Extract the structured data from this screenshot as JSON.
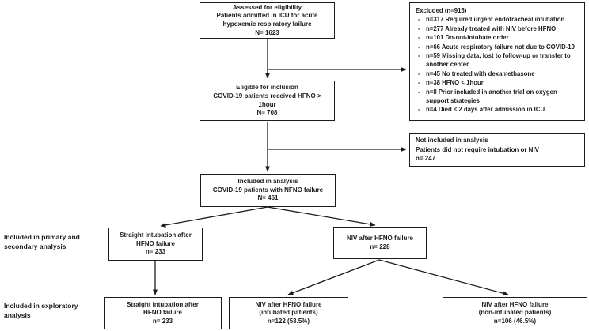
{
  "figure": {
    "background": "#ffffff",
    "line_color": "#1c1c1c",
    "boxes": {
      "assessed": {
        "lines": [
          "Assessed for eligibility",
          "Patients admitted in ICU for acute",
          "hypoxemic respiratory failure",
          "N= 1623"
        ]
      },
      "excluded": {
        "title": "Excluded (n=915)",
        "bullet": "-",
        "items": [
          "n=317 Required urgent endotracheal intubation",
          "n=277 Already treated with NIV before HFNO",
          "n=101 Do-not-intubate order",
          "n=66 Acute respiratory failure not due to COVID-19",
          "n=59 Missing data, lost to follow-up or transfer to another center",
          "n=45 No treated with dexamethasone",
          "n=38 HFNO < 1hour",
          "n=8 Prior included in another trial on oxygen support strategies",
          "n=4 Died ≤ 2 days after admission in ICU"
        ]
      },
      "eligible": {
        "lines": [
          "Eligible for inclusion",
          "COVID-19 patients received HFNO >",
          "1hour",
          "N= 708"
        ]
      },
      "not_included": {
        "lines": [
          "Not included in analysis",
          "Patients did not require intubation or NIV",
          "n= 247"
        ]
      },
      "included": {
        "lines": [
          "Included in analysis",
          "COVID-19 patients with NFNO failure",
          "N= 461"
        ]
      },
      "straight_primary": {
        "lines": [
          "Straight intubation after",
          "HFNO failure",
          "n= 233"
        ]
      },
      "niv": {
        "lines": [
          "NIV after HFNO failure",
          "n= 228"
        ]
      },
      "straight_exploratory": {
        "lines": [
          "Straight intubation after",
          "HFNO failure",
          "n= 233"
        ]
      },
      "niv_intubated": {
        "lines": [
          "NIV after HFNO failure",
          "(intubated patients)",
          "n=122 (53.5%)"
        ]
      },
      "niv_non_intubated": {
        "lines": [
          "NIV after HFNO failure",
          "(non-intubated patients)",
          "n=106 (46.5%)"
        ]
      }
    },
    "side_labels": {
      "primary": [
        "Included in primary and",
        "secondary analysis"
      ],
      "exploratory": [
        "Included in exploratory",
        "analysis"
      ]
    }
  }
}
